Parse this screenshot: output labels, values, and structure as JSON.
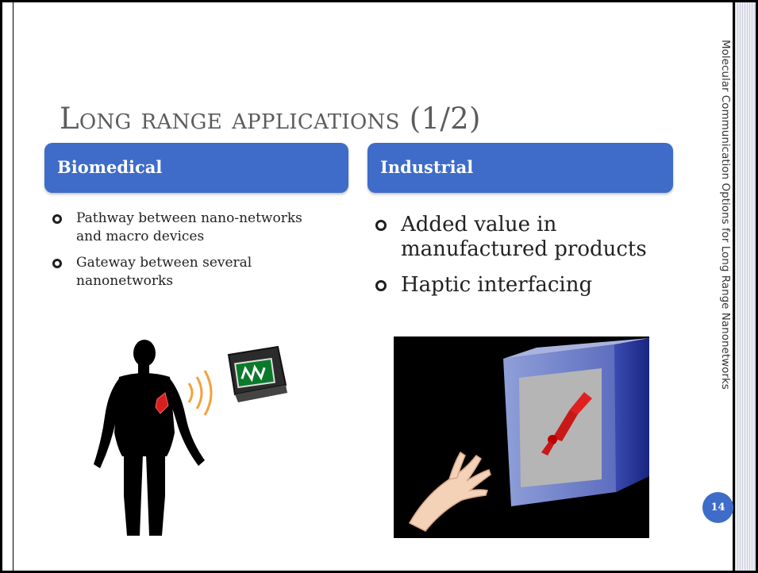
{
  "slide": {
    "title": "Long range applications (1/2)",
    "side_caption": "Molecular Communication Options for Long Range Nanonetworks",
    "page_number": "14"
  },
  "columns": [
    {
      "header": "Biomedical",
      "bullets": [
        "Pathway between nano-networks and macro devices",
        "Gateway between several nanonetworks"
      ],
      "illustration_icon": "human-with-monitor-icon"
    },
    {
      "header": "Industrial",
      "bullets": [
        "Added value in manufactured products",
        "Haptic interfacing"
      ],
      "illustration_icon": "hand-and-robot-arm-cube-icon"
    }
  ],
  "colors": {
    "accent": "#3e6cc8",
    "title_text": "#5c5c5c"
  }
}
